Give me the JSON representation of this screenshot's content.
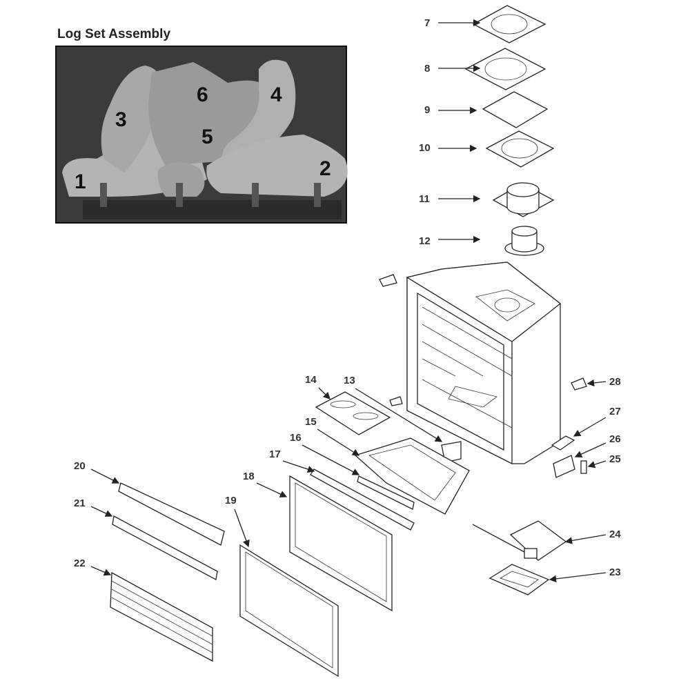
{
  "title": "Log Set Assembly",
  "log_numbers": [
    "1",
    "2",
    "3",
    "4",
    "5",
    "6"
  ],
  "parts": [
    "7",
    "8",
    "9",
    "10",
    "11",
    "12",
    "13",
    "14",
    "15",
    "16",
    "17",
    "18",
    "19",
    "20",
    "21",
    "22",
    "23",
    "24",
    "25",
    "26",
    "27",
    "28"
  ],
  "colors": {
    "photo_bg": "#3b3b3b",
    "log": "#b4b4b4",
    "ink": "#222222"
  }
}
